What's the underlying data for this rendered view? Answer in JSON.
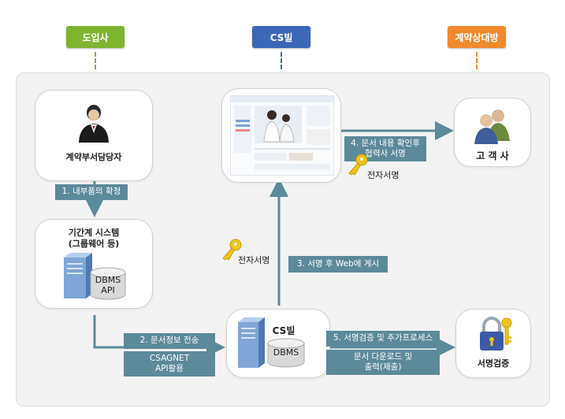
{
  "headers": {
    "introducer": {
      "label": "도입사",
      "color": "#7fb52e"
    },
    "csbill": {
      "label": "CS빌",
      "color": "#3a67b8"
    },
    "counterparty": {
      "label": "계약상대방",
      "color": "#ef8a2e"
    }
  },
  "nodes": {
    "manager": {
      "label": "계약부서담당자"
    },
    "system": {
      "title_line1": "기간계 시스템",
      "title_line2": "(그룹웨어 등)",
      "dbms_line1": "DBMS",
      "dbms_line2": "API"
    },
    "website": {
      "label": ""
    },
    "customer": {
      "label": "고 객 사"
    },
    "csbill_server": {
      "label": "CS빌",
      "dbms": "DBMS"
    },
    "verify": {
      "label": "서명검증"
    }
  },
  "steps": {
    "step1": "1. 내부품의 확정",
    "step2": "2. 문서정보 전송",
    "step2_sub_line1": "CSAGNET",
    "step2_sub_line2": "API활용",
    "step3": "3. 서명 후 Web에 게시",
    "step4_line1": "4. 문서 내용 확인후",
    "step4_line2": "협력사 서명",
    "step5": "5. 서명검증 및 추가프로세스",
    "step5_sub_line1": "문서 다운로드 및",
    "step5_sub_line2": "출력(제출)"
  },
  "keys": {
    "key1": "전자서명",
    "key2": "전자서명"
  },
  "colors": {
    "step_bg": "#5b8a99",
    "arrow": "#5b8a99",
    "key": "#f0c419"
  }
}
